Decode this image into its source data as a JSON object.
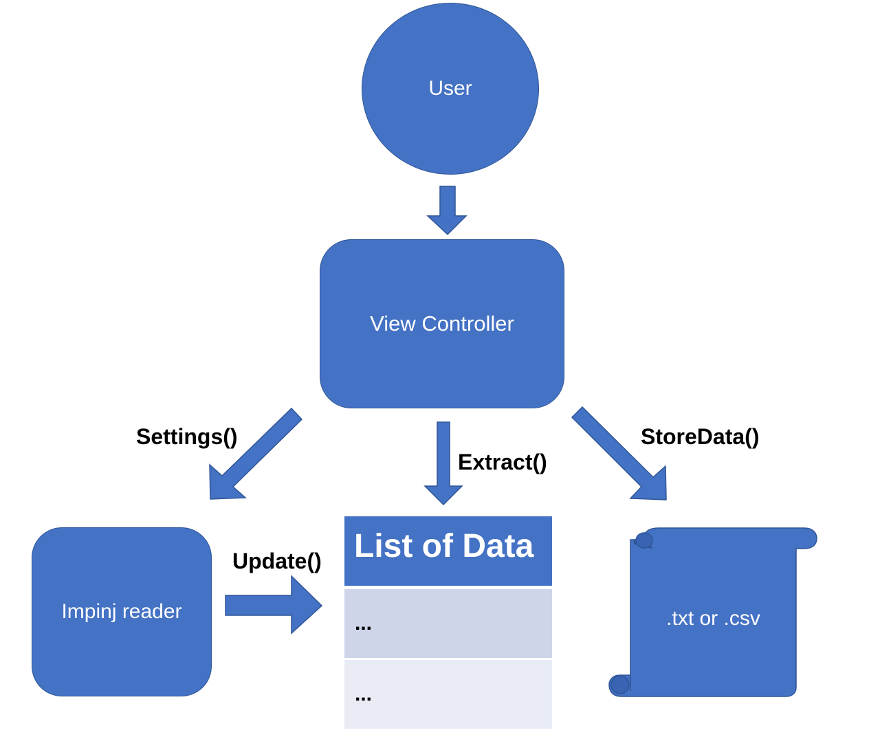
{
  "nodes": {
    "user": "User",
    "view_controller": "View Controller",
    "impinj_reader": "Impinj reader",
    "file": ".txt or .csv"
  },
  "list": {
    "header": "List of Data",
    "rows": [
      "...",
      "..."
    ]
  },
  "edges": {
    "settings": "Settings()",
    "extract": "Extract()",
    "store_data": "StoreData()",
    "update": "Update()"
  },
  "colors": {
    "shape_fill": "#4472c4",
    "shape_border": "#2f5597",
    "row_1": "#cfd5e8",
    "row_2": "#e9ecf5"
  }
}
